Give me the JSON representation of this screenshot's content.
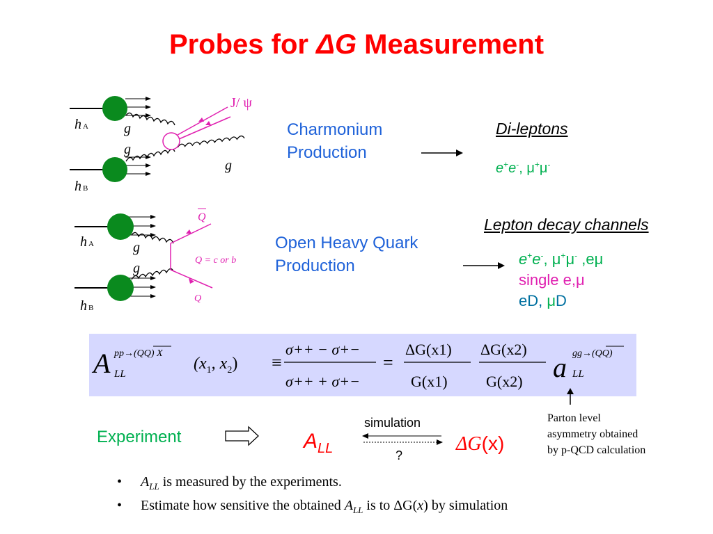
{
  "title": {
    "prefix": "Probes for ",
    "symbol": "ΔG",
    "suffix": " Measurement"
  },
  "diagram1": {
    "hA": "h",
    "hA_sub": "A",
    "hB": "h",
    "hB_sub": "B",
    "gluon": "g",
    "jpsi": "J/ ψ"
  },
  "diagram2": {
    "hA": "h",
    "hA_sub": "A",
    "hB": "h",
    "hB_sub": "B",
    "gluon": "g",
    "qbar": "Q",
    "q_label": "Q = c or b",
    "q": "Q"
  },
  "row1": {
    "process_line1": "Charmonium",
    "process_line2": "Production",
    "channel_title": "Di-leptons",
    "channel_e": "e",
    "channel_sup1": "+",
    "channel_e2": "e",
    "channel_sup2": "-",
    "channel_mu": ", μ",
    "channel_sup3": "+",
    "channel_mu2": "μ",
    "channel_sup4": "-"
  },
  "row2": {
    "process_line1": "Open Heavy Quark",
    "process_line2": "Production",
    "channel_title": "Lepton decay channels",
    "line1_e": "e",
    "line1_sup1": "+",
    "line1_e2": "e",
    "line1_sup2": "-",
    "line1_mu": ", μ",
    "line1_sup3": "+",
    "line1_mu2": "μ",
    "line1_sup4": "-",
    "line1_emu": " ,eμ",
    "line2": "single e,μ",
    "line3_ed": "eD, ",
    "line3_mu": "μ",
    "line3_d": "D"
  },
  "formula": {
    "A": "A",
    "A_sup": "pp→(QQ) X",
    "A_sub": "LL",
    "args": "(x",
    "arg1": "1",
    "comma": ", x",
    "arg2": "2",
    "close": ")",
    "equiv": "≡",
    "num": "σ++ − σ+−",
    "den": "σ++ + σ+−",
    "eq": "=",
    "g1n": "ΔG(x1)",
    "g1d": "G(x1)",
    "g2n": "ΔG(x2)",
    "g2d": "G(x2)",
    "a": "a",
    "a_sup": "gg→(QQ)",
    "a_sub": "LL"
  },
  "parton_note": [
    "Parton level",
    "asymmetry obtained",
    "by p-QCD calculation"
  ],
  "flow": {
    "experiment": "Experiment",
    "all": "A",
    "all_sub": "LL",
    "simulation": "simulation",
    "question": "?",
    "dg_symbol": "ΔG",
    "dg_x": "(x)"
  },
  "bullets": [
    {
      "a": "A",
      "a_sub": "LL",
      "text": " is measured by the experiments."
    },
    {
      "pre": "Estimate how sensitive the obtained ",
      "a": "A",
      "a_sub": "LL",
      "mid": " is to ΔG(",
      "x": "x",
      "post": ") by simulation"
    }
  ]
}
